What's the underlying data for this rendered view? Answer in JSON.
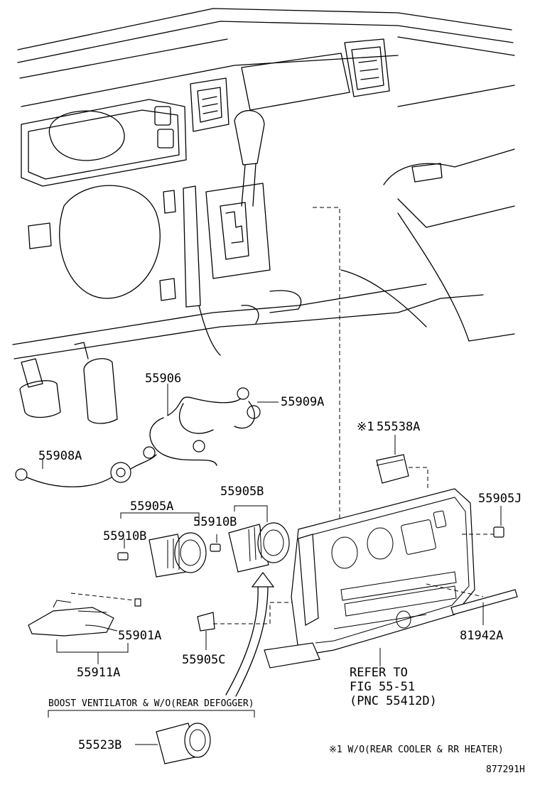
{
  "labels": {
    "p55906": "55906",
    "p55909A": "55909A",
    "p55908A": "55908A",
    "p55538A": "55538A",
    "p55538A_mark": "※1",
    "p55905B": "55905B",
    "p55905A": "55905A",
    "p55905J": "55905J",
    "p55910B_left": "55910B",
    "p55910B_right": "55910B",
    "p55901A": "55901A",
    "p81942A": "81942A",
    "p55911A": "55911A",
    "p55905C": "55905C",
    "refer_line1": "REFER TO",
    "refer_line2": "FIG 55-51",
    "refer_line3": "(PNC 55412D)",
    "option_note": "BOOST VENTILATOR & W/O(REAR DEFOGGER)",
    "p55523B": "55523B",
    "footnote": "※1 W/O(REAR COOLER & RR HEATER)",
    "diagram_id": "877291H"
  },
  "icons": [
    "dashboard-illustration",
    "wire-harness-icon",
    "knob-icon",
    "bulb-socket-icon",
    "clamp-icon",
    "panel-icon",
    "switch-icon",
    "arrow-icon"
  ]
}
